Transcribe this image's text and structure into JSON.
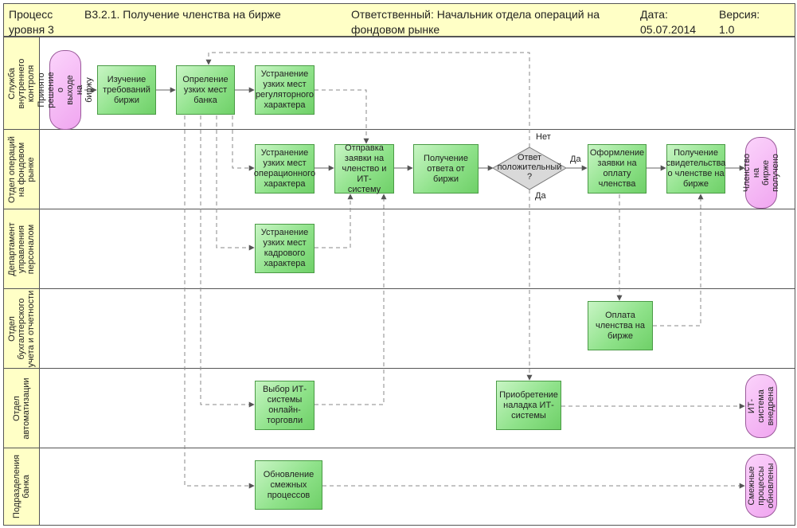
{
  "header": {
    "process_level": "Процесс\nуровня 3",
    "process_name": "В3.2.1.  Получение членства на бирже",
    "owner": "Ответственный: Начальник отдела операций на\nфондовом рынке",
    "date": "Дата:\n05.07.2014",
    "version": "Версия:\n1.0"
  },
  "lanes": [
    "Служба внутреннего\nконтроля",
    "Отдел операций\nна фондовом\nрынке",
    "Департамент\nуправления\nперсоналом",
    "Отдел\nбухгалтерского\nучета и отчетности",
    "Отдел\nавтоматизации",
    "Подразделения\nбанка"
  ],
  "nodes": {
    "start": "Принято решение\nо выходе на биржу",
    "study": "Изучение\nтребований\nбиржи",
    "define": "Опреление\nузких мест\nбанка",
    "fix_reg": "Устранение\nузких мест\nрегуляторного\nхарактера",
    "fix_op": "Устранение\nузких мест\nоперационного\nхарактера",
    "send": "Отправка\nзаявки на\nчленство и ИТ-\nсистему",
    "receive": "Получение\nответа от\nбиржи",
    "decision": "Ответ\nположительный\n?",
    "prepare": "Оформление\nзаявки на\nоплату\nчленства",
    "certificate": "Получение\nсвидетельства\nо членстве на\nбирже",
    "end_member": "Членство на\nбирже получено",
    "fix_hr": "Устранение\nузких мест\nкадрового\nхарактера",
    "pay": "Оплата\nчленства на\nбирже",
    "choose_it": "Выбор ИТ-\nсистемы\nонлайн-\nторговли",
    "buy_it": "Приобретение\nналадка ИТ-\nсистемы",
    "end_it": "ИТ-система\nвнедрена",
    "update": "Обновление\nсмежных\nпроцессов",
    "end_adj": "Смежные\nпроцессы\nобновлены"
  },
  "labels": {
    "no": "Нет",
    "yes_right": "Да",
    "yes_down": "Да"
  },
  "colors": {
    "header_fill": "#ffffc6",
    "task_fill": "#8fe28a",
    "terminal_fill": "#f0a6f0",
    "decision_fill": "#d9d9d9"
  }
}
